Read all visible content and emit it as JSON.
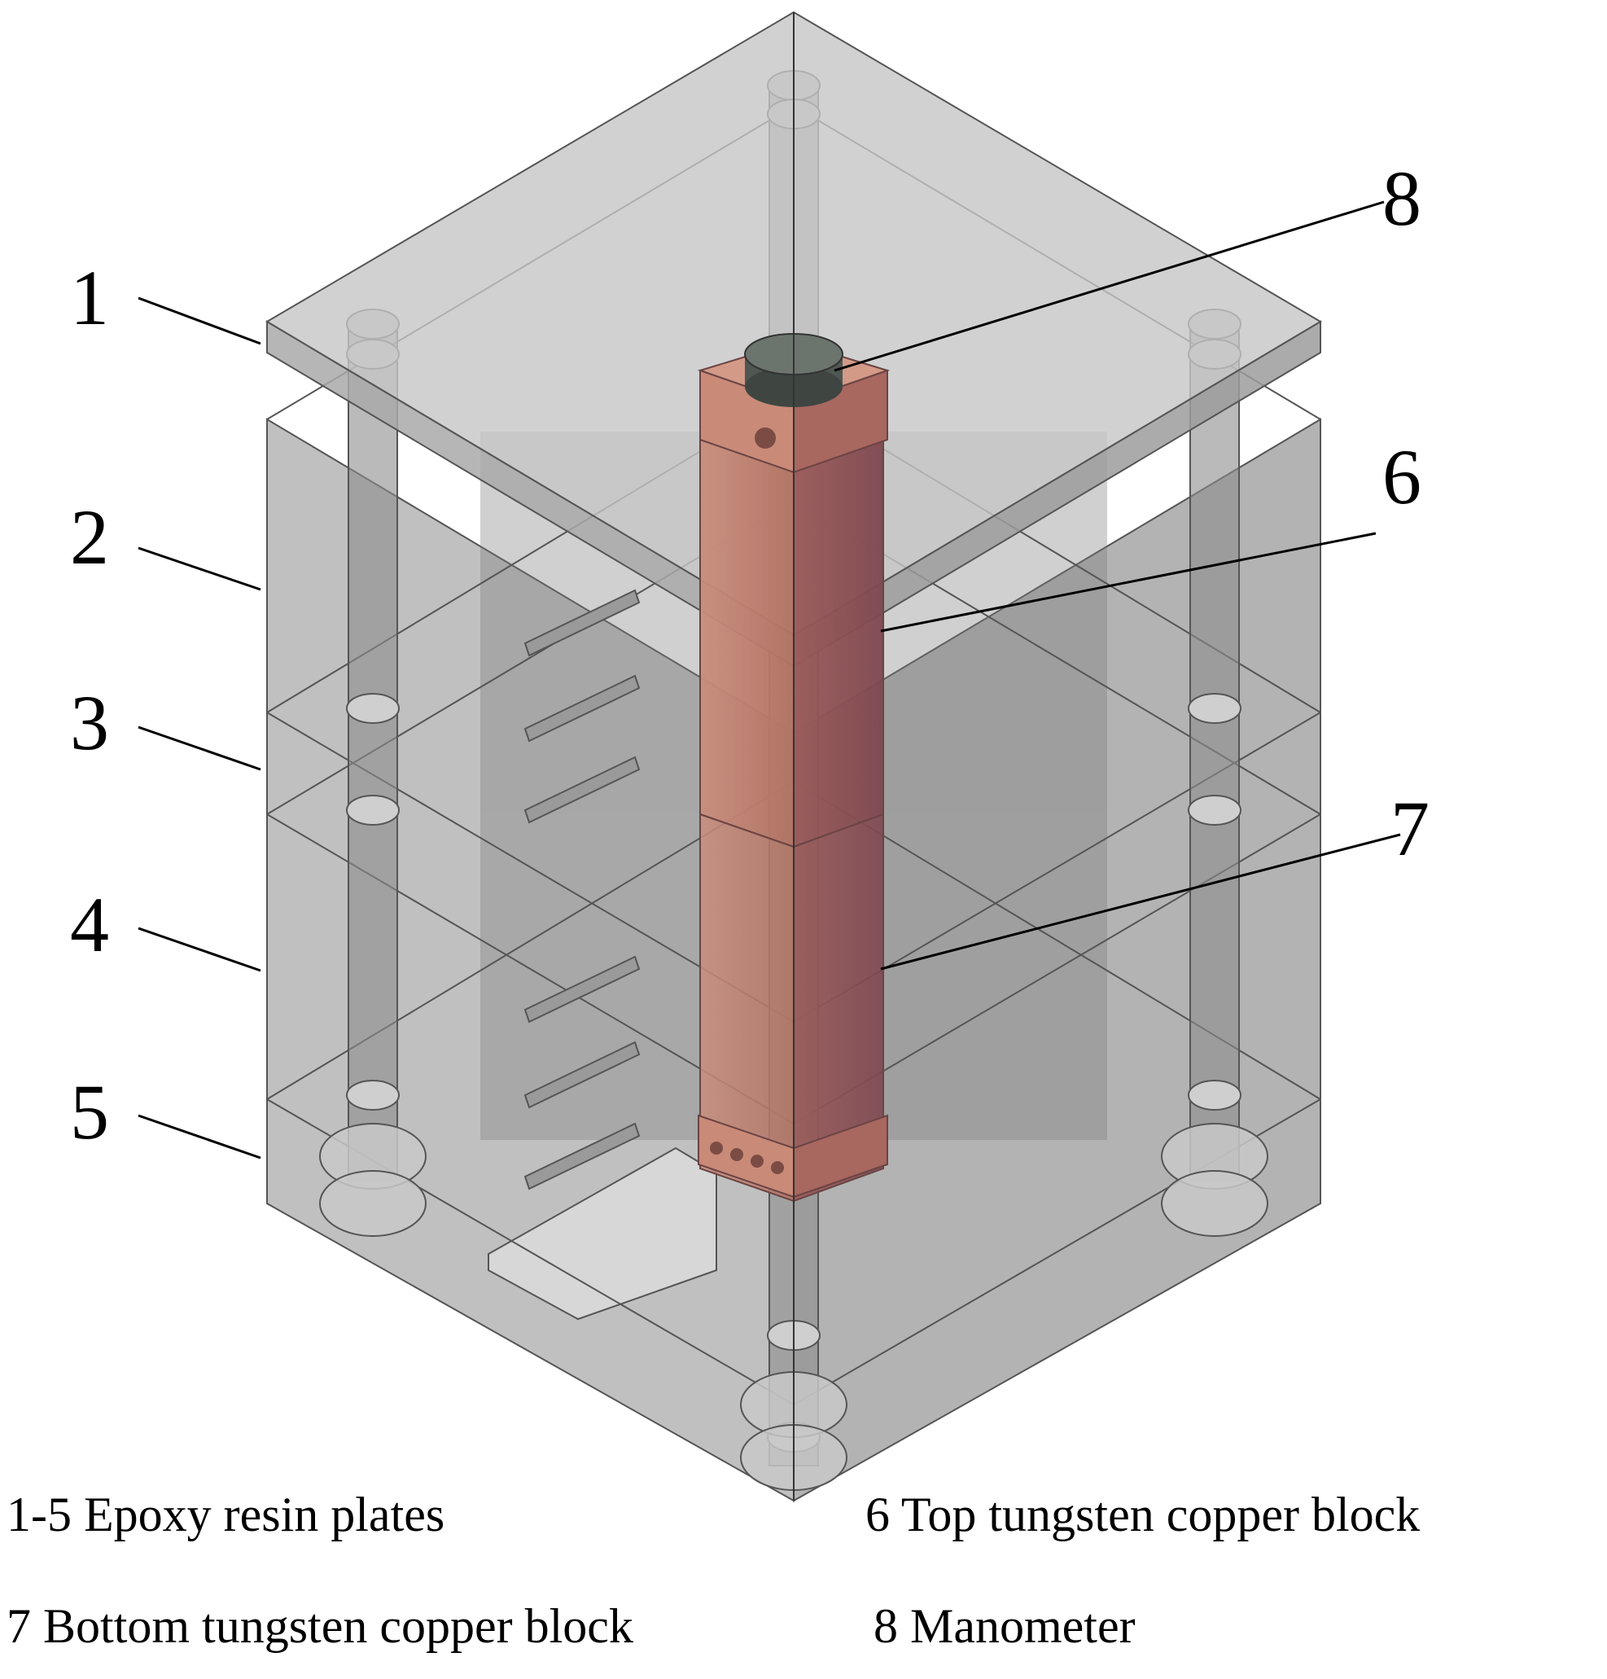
{
  "labels": {
    "l1": "1",
    "l2": "2",
    "l3": "3",
    "l4": "4",
    "l5": "5",
    "l6": "6",
    "l7": "7",
    "l8": "8"
  },
  "legend": {
    "line1_left": "1-5 Epoxy resin plates",
    "line1_right": "6 Top tungsten copper block",
    "line2_left": "7 Bottom tungsten copper block",
    "line2_right": "8 Manometer"
  },
  "colors": {
    "resin": "#b8b8b8",
    "resin_dark": "#8f8f8f",
    "copper": "#c08070",
    "copper_dark": "#8e5a52",
    "manometer": "#6c746e"
  }
}
